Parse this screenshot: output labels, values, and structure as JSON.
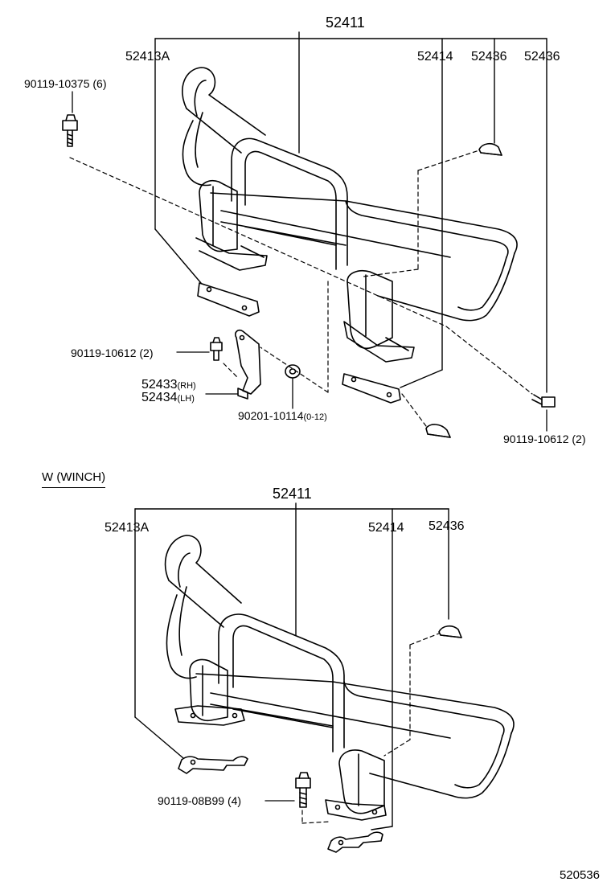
{
  "top": {
    "assembly_number": "52411",
    "labels": {
      "p52413a": "52413A",
      "p52414": "52414",
      "p52436_a": "52436",
      "p52436_b": "52436",
      "bolt_top_left": "90119-10375",
      "bolt_top_left_qty": "(6)",
      "bolt_mid_left": "90119-10612",
      "bolt_mid_left_qty": "(2)",
      "bracket_rh": "52433",
      "bracket_rh_side": "(RH)",
      "bracket_lh": "52434",
      "bracket_lh_side": "(LH)",
      "nut": "90201-10114",
      "nut_qty": "(0-12)",
      "bolt_bottom_right": "90119-10612",
      "bolt_bottom_right_qty": "(2)"
    }
  },
  "section": {
    "title": "W (WINCH)"
  },
  "bottom": {
    "assembly_number": "52411",
    "labels": {
      "p52413a": "52413A",
      "p52414": "52414",
      "p52436": "52436",
      "bolt": "90119-08B99",
      "bolt_qty": "(4)"
    }
  },
  "figure_number": "520536"
}
